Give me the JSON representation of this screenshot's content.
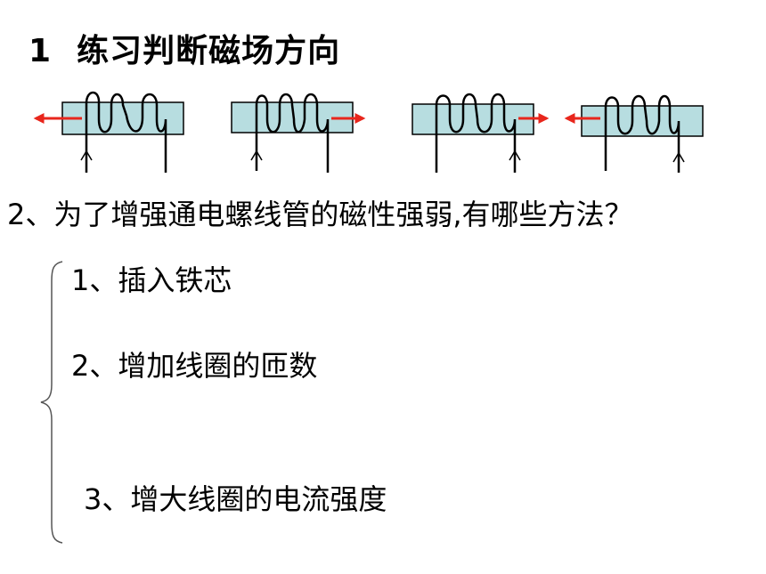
{
  "title": {
    "number": "1",
    "text": "练习判断磁场方向"
  },
  "question": "2、为了增强通电螺线管的磁性强弱,有哪些方法？",
  "answers": [
    "1、插入铁芯",
    "2、增加线圈的匝数",
    "3、增大线圈的电流强度"
  ],
  "figures": [
    {
      "arrow_direction": "left",
      "current_arrow": "left-wire"
    },
    {
      "arrow_direction": "right",
      "current_arrow": "left-wire"
    },
    {
      "arrow_direction": "right",
      "current_arrow": "right-wire"
    },
    {
      "arrow_direction": "left",
      "current_arrow": "right-wire"
    }
  ],
  "colors": {
    "core_fill": "#b7dde0",
    "arrow": "#e8261c",
    "wire": "#000000"
  }
}
